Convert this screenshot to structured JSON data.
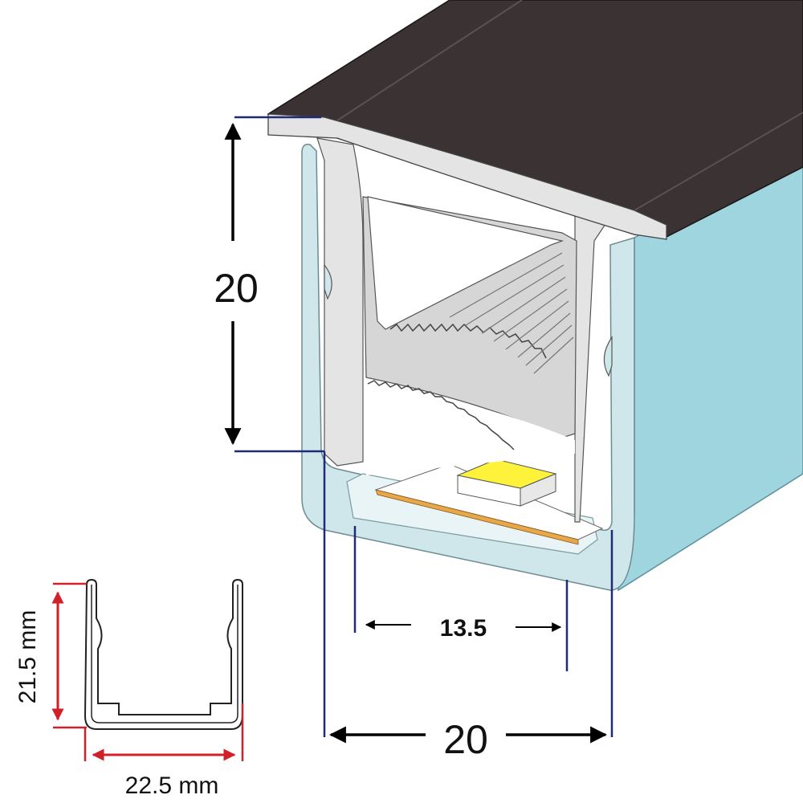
{
  "dimensions": {
    "height_label": "20",
    "width_label": "20",
    "inner_width_label": "13.5"
  },
  "profile_section": {
    "height_label": "21.5 mm",
    "width_label": "22.5 mm"
  },
  "colors": {
    "cover": "#3a3233",
    "cover_highlight": "#5a5152",
    "channel_front": "#cfe6ea",
    "channel_side": "#9fd5df",
    "insert": "#e4e4e4",
    "insert_shadow": "#c9c9c9",
    "led_chip": "#fff23a",
    "led_strip": "#e8a84a",
    "leader_line": "#1f2a7a",
    "section_dim": "#d0202a",
    "arrow": "#000000"
  }
}
